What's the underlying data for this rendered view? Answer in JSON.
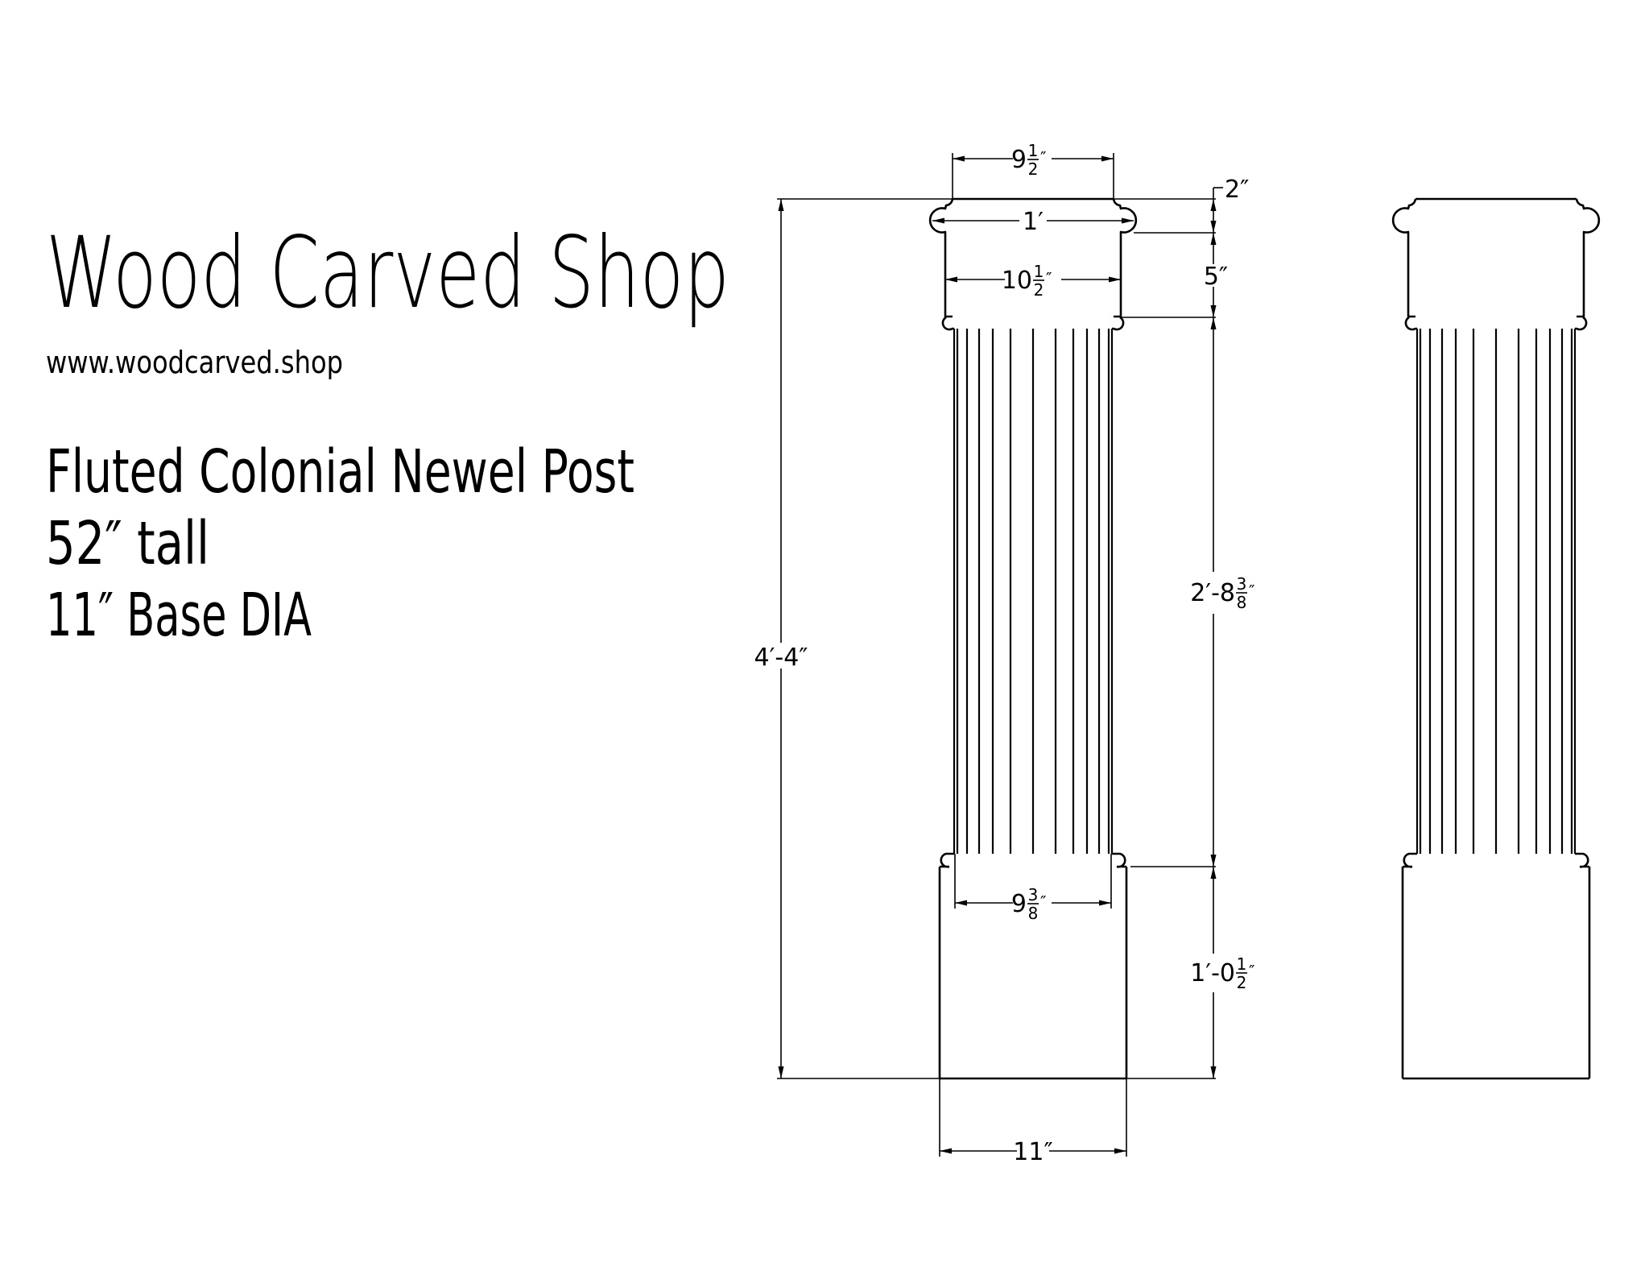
{
  "title_block": {
    "brand": "Wood Carved Shop",
    "website": "www.woodcarved.shop",
    "product_name": "Fluted Colonial Newel Post",
    "height_note": "52″ tall",
    "base_note": "11″ Base DIA"
  },
  "dimensions": {
    "top_width": {
      "whole": "9",
      "num": "1",
      "den": "2",
      "unit": "″"
    },
    "cap_width": {
      "text": "1′"
    },
    "neck_width": {
      "whole": "10",
      "num": "1",
      "den": "2",
      "unit": "″"
    },
    "cap_height": {
      "text": "2″"
    },
    "neck_height": {
      "text": "5″"
    },
    "shaft_height": {
      "whole": "2′-8",
      "num": "3",
      "den": "8",
      "unit": "″"
    },
    "overall_height": {
      "text": "4′-4″"
    },
    "shaft_width": {
      "whole": "9",
      "num": "3",
      "den": "8",
      "unit": "″"
    },
    "base_height": {
      "whole": "1′-0",
      "num": "1",
      "den": "2",
      "unit": "″"
    },
    "base_width": {
      "text": "11″"
    }
  },
  "colors": {
    "ink": "#000000",
    "paper": "#ffffff"
  }
}
